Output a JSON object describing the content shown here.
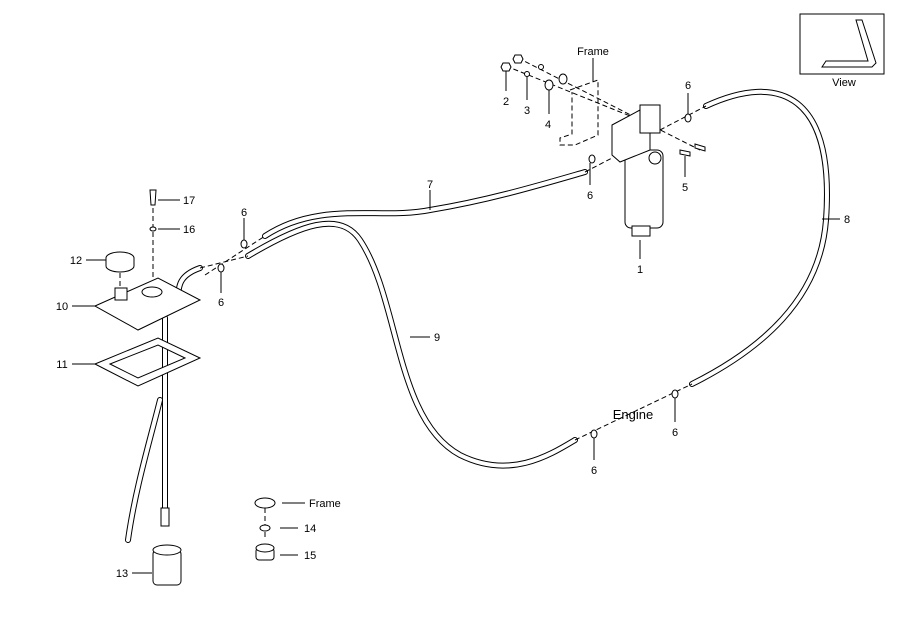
{
  "labels": {
    "p1": "1",
    "p2": "2",
    "p3": "3",
    "p4": "4",
    "p5": "5",
    "p6": "6",
    "p7": "7",
    "p8": "8",
    "p9": "9",
    "p10": "10",
    "p11": "11",
    "p12": "12",
    "p13": "13",
    "p14": "14",
    "p15": "15",
    "p16": "16",
    "p17": "17"
  },
  "callouts": {
    "frame_top": "Frame",
    "frame_bottom": "Frame",
    "engine": "Engine",
    "view": "View"
  }
}
